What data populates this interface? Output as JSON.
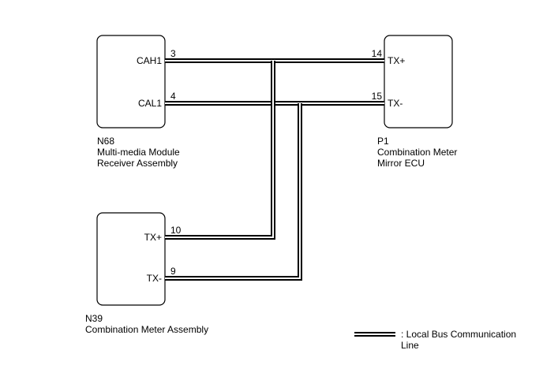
{
  "components": {
    "n68": {
      "code": "N68",
      "name_line1": "Multi-media Module",
      "name_line2": "Receiver Assembly",
      "pins": [
        {
          "label": "CAH1",
          "number": "3"
        },
        {
          "label": "CAL1",
          "number": "4"
        }
      ]
    },
    "p1": {
      "code": "P1",
      "name_line1": "Combination Meter",
      "name_line2": "Mirror ECU",
      "pins": [
        {
          "label": "TX+",
          "number": "14"
        },
        {
          "label": "TX-",
          "number": "15"
        }
      ]
    },
    "n39": {
      "code": "N39",
      "name_line1": "Combination Meter Assembly",
      "pins": [
        {
          "label": "TX+",
          "number": "10"
        },
        {
          "label": "TX-",
          "number": "9"
        }
      ]
    }
  },
  "legend": {
    "line1": ": Local Bus Communication",
    "line2": "Line"
  },
  "colors": {
    "line": "#000000",
    "background": "#ffffff"
  }
}
